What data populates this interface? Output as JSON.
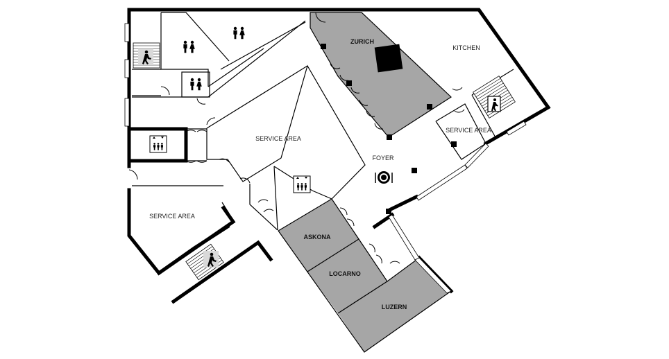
{
  "rooms": {
    "zurich": "ZURICH",
    "kitchen": "KITCHEN",
    "service_area_top": "SERVICE AREA",
    "service_area_right": "SERVICE AREA",
    "service_area_left": "SERVICE AREA",
    "foyer": "FOYER",
    "askona": "ASKONA",
    "locarno": "LOCARNO",
    "luzern": "LUZERN"
  },
  "colors": {
    "meeting_room_fill": "#a6a6a6",
    "wall": "#000000",
    "icon_box": "#d9d9d9"
  },
  "icons": {
    "restroom_1": "restroom-icon",
    "restroom_2": "restroom-icon",
    "restroom_3": "restroom-icon",
    "elevator_1": "elevator-icon",
    "elevator_2": "elevator-icon",
    "stairs_1": "stairs-icon",
    "stairs_2": "stairs-icon",
    "emergency_exit": "emergency-exit-icon",
    "restaurant": "restaurant-icon"
  }
}
